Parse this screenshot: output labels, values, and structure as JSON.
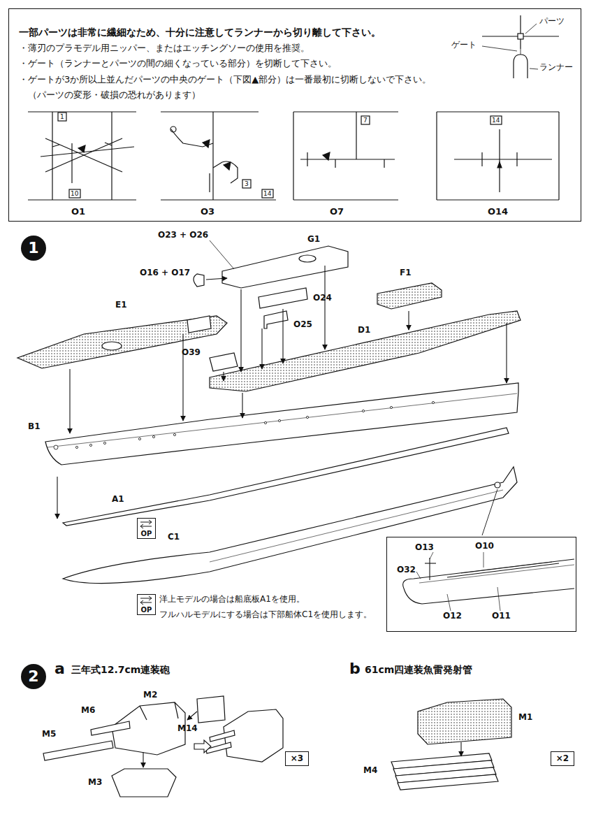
{
  "diagram": {
    "nodes": [
      {
        "text": [
          "一部パーツは非常に繊細なため、十分に注意してランナーから切り離して下さい。",
          "・薄刃のプラモデル用ニッパー、またはエッチングソーの使用を推奨。",
          "・ゲート（ランナーとパーツの間の細くなっている部分）を切断して下さい。",
          "・ゲートが3か所以上並んだパーツの中央のゲート（下図▲部分）は一番最初に切断しないで下さい。",
          "（パーツの変形・破損の恐れがあります）"
        ]
      },
      {
        "text": [
          "1"
        ]
      },
      {
        "text": [
          "OP"
        ]
      },
      {
        "text": [
          "OP"
        ]
      },
      {
        "text": [
          "O13",
          "O10",
          "O32",
          "O12",
          "O11"
        ]
      },
      {
        "text": [
          "2"
        ]
      },
      {
        "text": [
          "×3"
        ]
      },
      {
        "text": [
          "×2"
        ]
      }
    ],
    "labels": [
      "パーツ",
      "ゲート",
      "ランナー",
      "1",
      "10",
      "3",
      "14",
      "7",
      "14",
      "O1",
      "O3",
      "O7",
      "O14",
      "O23 + O26",
      "G1",
      "O16 + O17",
      "O24",
      "F1",
      "E1",
      "O25",
      "D1",
      "O39",
      "B1",
      "A1",
      "C1",
      "洋上モデルの場合は船底板A1を使用。",
      "フルハルモデルにする場合は下部船体C1を使用します。",
      "a",
      "三年式12.7cm連装砲",
      "M2",
      "M6",
      "M14",
      "M5",
      "M3",
      "b",
      "61cm四連装魚雷発射管",
      "M1",
      "M4"
    ]
  }
}
